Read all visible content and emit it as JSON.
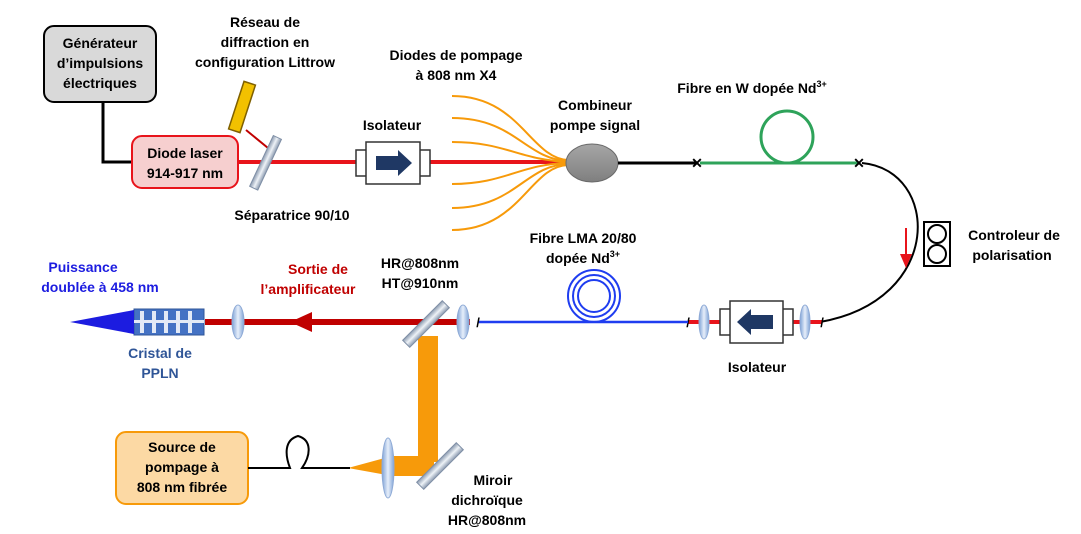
{
  "labels": {
    "generator": [
      "Générateur",
      "d’impulsions",
      "électriques"
    ],
    "grating": [
      "Réseau de",
      "diffraction en",
      "configuration Littrow"
    ],
    "pump_diodes": [
      "Diodes de pompage",
      "à 808 nm X4"
    ],
    "combiner": [
      "Combineur",
      "pompe signal"
    ],
    "w_fiber": "Fibre en W dopée Nd",
    "w_fiber_sup": "3+",
    "isolator_top": "Isolateur",
    "laser_diode": [
      "Diode laser",
      "914-917 nm"
    ],
    "splitter": "Séparatrice 90/10",
    "polarization_controller": [
      "Controleur de",
      "polarisation"
    ],
    "lma_fiber": [
      "Fibre LMA 20/80",
      "dopée Nd"
    ],
    "lma_fiber_sup": "3+",
    "doubled_power": [
      "Puissance",
      "doublée à 458 nm"
    ],
    "amp_output": [
      "Sortie de",
      "l’amplificateur"
    ],
    "hr_ht": [
      "HR@808nm",
      "HT@910nm"
    ],
    "crystal": [
      "Cristal de",
      "PPLN"
    ],
    "isolator_bottom": "Isolateur",
    "pump_source": [
      "Source de",
      "pompage à",
      "808 nm fibrée"
    ],
    "dichroic_mirror": [
      "Miroir",
      "dichroïque",
      "HR@808nm"
    ]
  },
  "colors": {
    "red_beam": "#e8141b",
    "dark_red_beam": "#c00000",
    "blue_fiber": "#1f3df0",
    "blue_text": "#1c1ce0",
    "green_fiber": "#2ea35a",
    "orange": "#f79a0a",
    "orange_box": "#fcd9a4",
    "pink_box": "#f6cfcf",
    "grey_box": "#d9d9d9",
    "lens": "#b4c7e7",
    "isolator_arrow": "#1f3864",
    "crystal_blue": "#4472c4",
    "crystal_text": "#2f5597"
  }
}
